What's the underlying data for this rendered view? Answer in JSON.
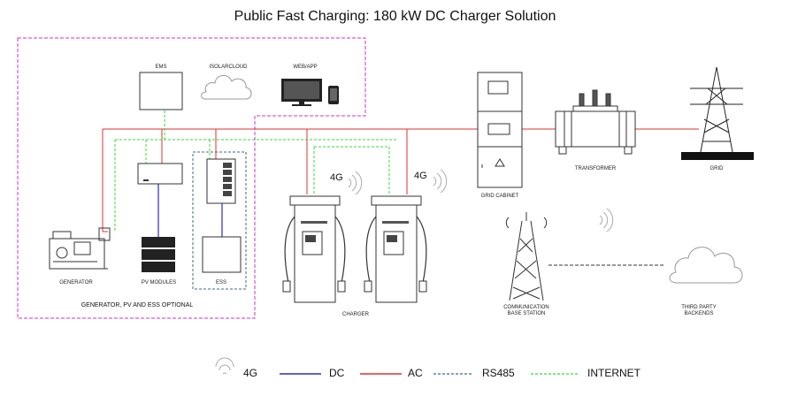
{
  "title": "Public Fast Charging: 180 kW DC Charger Solution",
  "nodes": {
    "ems": "EMS",
    "isolarcloud": "ISOLARCLOUD",
    "webapp": "WEB/APP",
    "generator": "GENERATOR",
    "pv_modules": "PV MODULES",
    "ess": "ESS",
    "charger": "CHARGER",
    "grid_cabinet": "GRID CABINET",
    "transformer": "TRANSFORMER",
    "grid": "GRID",
    "base_station_line1": "COMMUNICATION",
    "base_station_line2": "BASE STATION",
    "third_party_line1": "THIRD PARTY",
    "third_party_line2": "BACKENDS"
  },
  "optional_note": "GENERATOR, PV AND ESS OPTIONAL",
  "signal_labels": [
    "4G",
    "4G"
  ],
  "legend": {
    "fourg": "4G",
    "dc": "DC",
    "ac": "AC",
    "rs485": "RS485",
    "internet": "INTERNET"
  },
  "colors": {
    "dc": "#2b2bd0",
    "ac": "#e03030",
    "rs485": "#3a6f7a",
    "internet": "#33dd33",
    "optional_box": "#cc33cc",
    "equipment": "#333333"
  }
}
